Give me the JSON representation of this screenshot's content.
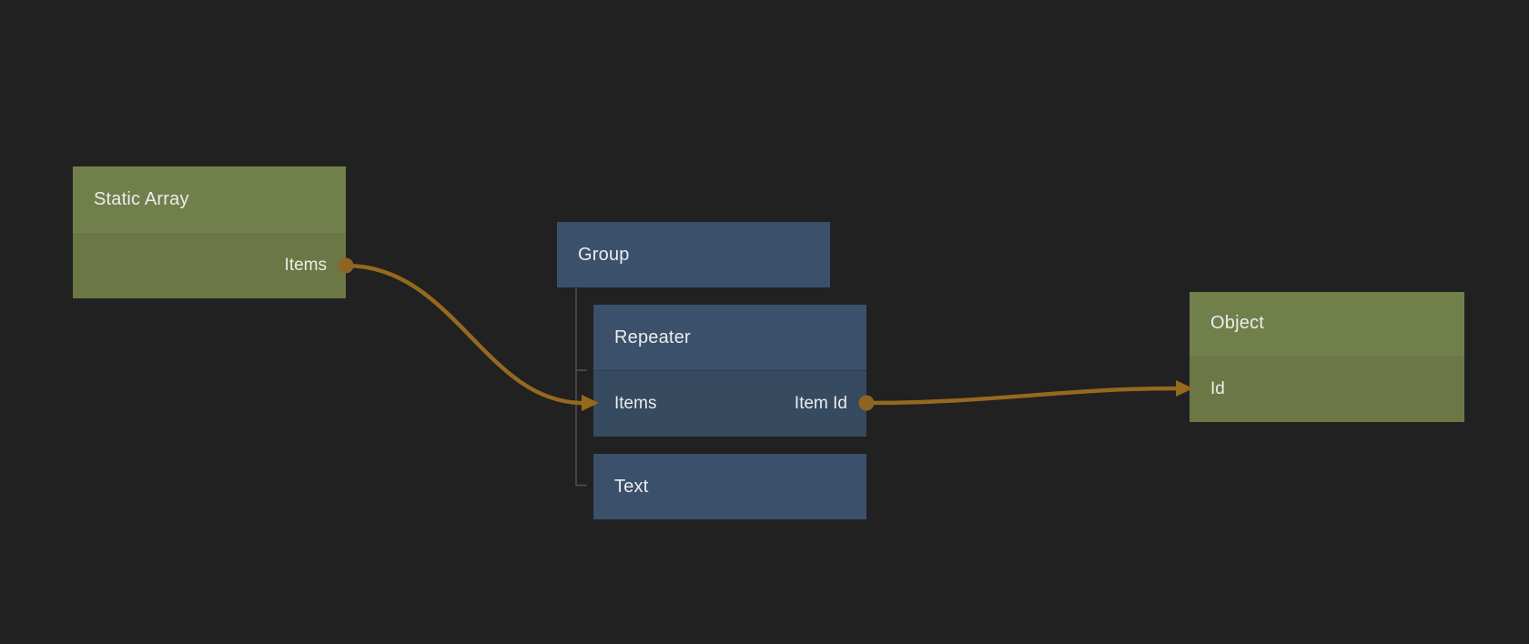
{
  "canvas": {
    "background_color": "#212121",
    "wire_color": "#95691E",
    "port_dot_color": "#8F6524",
    "tree_line_color": "#515151",
    "text_color": "#ECECEC",
    "green_header_color": "#71804B",
    "green_body_color": "#6B7845",
    "blue_header_color": "#3B506B",
    "blue_body_color": "#364A60"
  },
  "nodes": [
    {
      "title": "Static Array",
      "kind": "data",
      "pins": [
        {
          "label": "Items",
          "direction": "output"
        }
      ]
    },
    {
      "title": "Group",
      "kind": "ui",
      "pins": []
    },
    {
      "title": "Repeater",
      "kind": "ui",
      "pins": [
        {
          "label": "Items",
          "direction": "input"
        },
        {
          "label": "Item Id",
          "direction": "output"
        }
      ]
    },
    {
      "title": "Text",
      "kind": "ui",
      "pins": []
    },
    {
      "title": "Object",
      "kind": "data",
      "pins": [
        {
          "label": "Id",
          "direction": "input"
        }
      ]
    }
  ],
  "edges": [
    {
      "from_node": "Static Array",
      "from_pin": "Items",
      "to_node": "Repeater",
      "to_pin": "Items"
    },
    {
      "from_node": "Repeater",
      "from_pin": "Item Id",
      "to_node": "Object",
      "to_pin": "Id"
    }
  ]
}
